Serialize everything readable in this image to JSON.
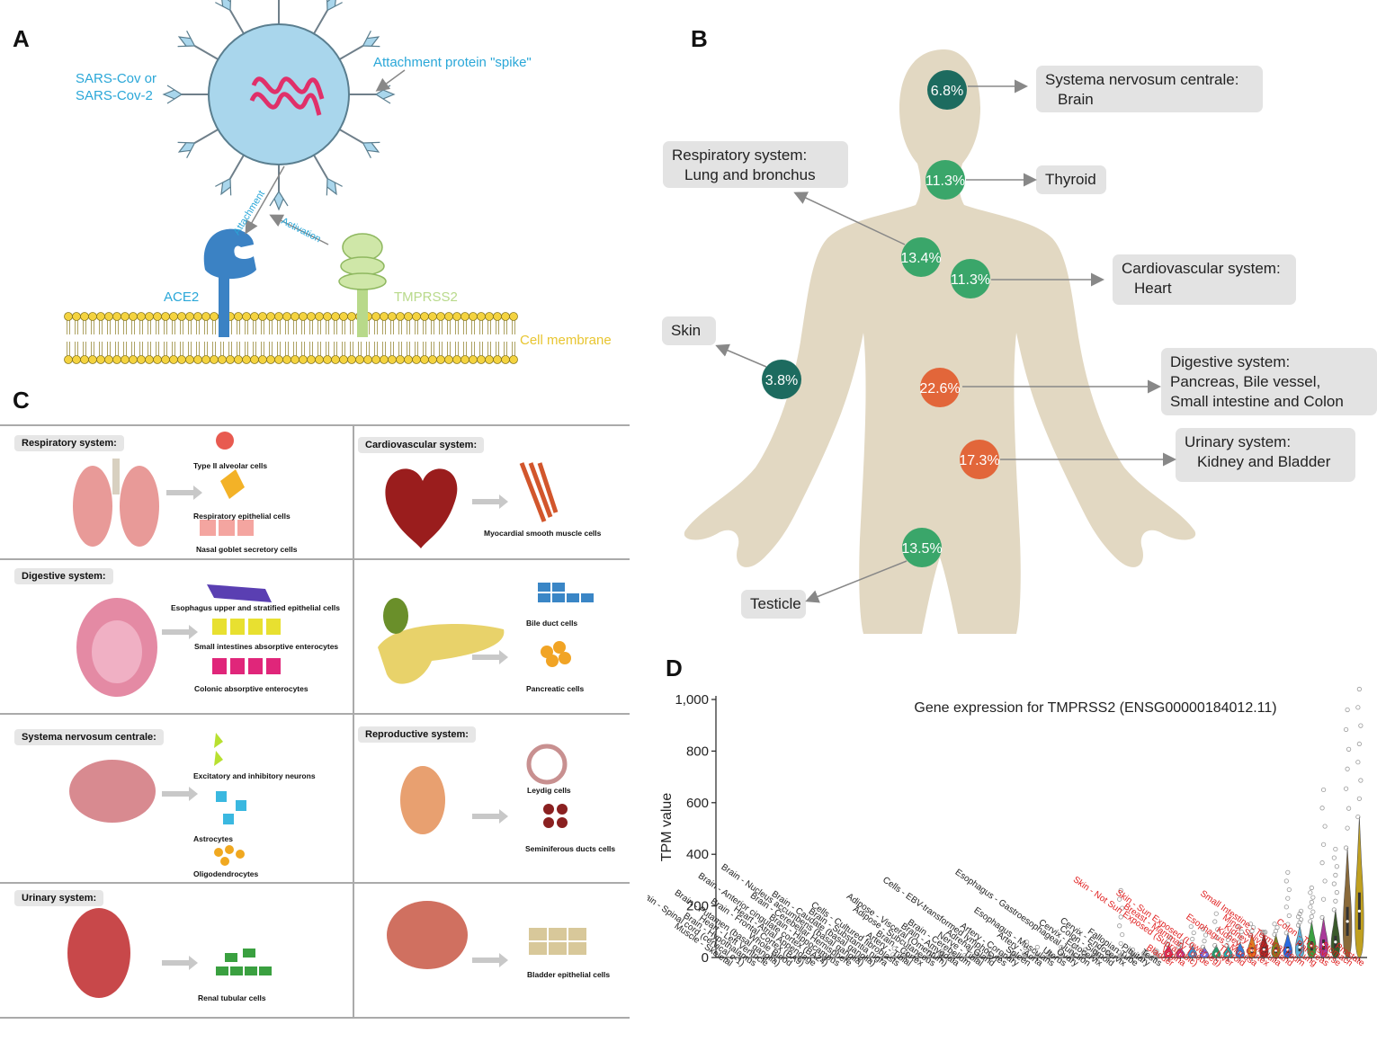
{
  "panels": {
    "a": "A",
    "b": "B",
    "c": "C",
    "d": "D"
  },
  "panel_a": {
    "virus_label": "SARS-Cov or\nSARS-Cov-2",
    "virus_label_1": "SARS-Cov or",
    "virus_label_2": "SARS-Cov-2",
    "spike_label": "Attachment protein \"spike\"",
    "attachment": "Attachment",
    "activation": "Activation",
    "ace2": "ACE2",
    "tmprss2": "TMPRSS2",
    "membrane": "Cell membrane",
    "colors": {
      "virus": "#a9d6ec",
      "rna": "#e0306a",
      "ace2": "#3b82c4",
      "tmprss2": "#b8d98a",
      "membrane": "#f4d340",
      "text_blue": "#2aa7d8"
    }
  },
  "panel_b": {
    "organs": [
      {
        "pct": "6.8%",
        "title": "Systema nervosum centrale:",
        "sub": "Brain",
        "color": "#1d6b5f"
      },
      {
        "pct": "11.3%",
        "title": "Thyroid",
        "sub": "",
        "color": "#3aa66a"
      },
      {
        "pct": "13.4%",
        "title": "Respiratory system:",
        "sub": "Lung and bronchus",
        "color": "#3aa66a"
      },
      {
        "pct": "11.3%",
        "title": "Cardiovascular system:",
        "sub": "Heart",
        "color": "#3aa66a"
      },
      {
        "pct": "3.8%",
        "title": "Skin",
        "sub": "",
        "color": "#1d6b5f"
      },
      {
        "pct": "22.6%",
        "title": "Digestive system:",
        "sub": "Pancreas, Bile vessel,",
        "sub2": "Small intestine and Colon",
        "color": "#e2663a"
      },
      {
        "pct": "17.3%",
        "title": "Urinary system:",
        "sub": "Kidney and Bladder",
        "color": "#e2663a"
      },
      {
        "pct": "13.5%",
        "title": "Testicle",
        "sub": "",
        "color": "#3aa66a"
      }
    ],
    "body_color": "#e2d8c2"
  },
  "panel_c": {
    "systems": [
      {
        "label": "Respiratory system:",
        "cells": [
          "Type II alveolar cells",
          "Respiratory epithelial cells",
          "Nasal goblet secretory cells"
        ]
      },
      {
        "label": "Cardiovascular system:",
        "cells": [
          "Myocardial  smooth muscle cells"
        ]
      },
      {
        "label": "Digestive system:",
        "cells": [
          "Esophagus upper and stratified epithelial cells",
          "Small intestines absorptive enterocytes",
          "Colonic absorptive enterocytes"
        ]
      },
      {
        "label": "",
        "cells": [
          "Bile duct cells",
          "Pancreatic cells"
        ]
      },
      {
        "label": "Systema nervosum centrale:",
        "cells": [
          "Excitatory and inhibitory neurons",
          "Astrocytes",
          "Oligodendrocytes"
        ]
      },
      {
        "label": "Reproductive system:",
        "cells": [
          "Leydig cells",
          "Seminiferous ducts cells"
        ]
      },
      {
        "label": "Urinary system:",
        "cells": [
          "Renal tubular cells"
        ]
      },
      {
        "label": "",
        "cells": [
          "Bladder epithelial cells"
        ]
      }
    ]
  },
  "chart_data": {
    "type": "violin",
    "title": "Gene expression for TMPRSS2 (ENSG00000184012.11)",
    "ylabel": "TPM value",
    "ylim": [
      0,
      1000
    ],
    "yticks": [
      "0",
      "200",
      "400",
      "600",
      "800",
      "1,000"
    ],
    "categories": [
      "Muscle - Skeletal",
      "Brain - Spinal cord (cervical c-1)",
      "Brain - Hypothalamus",
      "Heart - Left Ventricle",
      "Brain - Putamen (basal ganglia)",
      "Whole Blood",
      "Brain - Frontal Cortex (BA9)",
      "Heart - Atrial Appendage",
      "Brain - Anterior cingulate cortex (BA24)",
      "Brain - Hippocampus",
      "Brain - Cerebellar Hemisphere",
      "Brain - Nucleus accumbens (basal ganglia)",
      "Brain - Caudate (basal ganglia)",
      "Brain - Substantia nigra",
      "Cells - Cultured fibroblasts",
      "Artery - Tibial",
      "Brain - Cortex",
      "Adipose - Subcutaneous",
      "Adipose - Visceral (Omentum)",
      "Brain - Amygdala",
      "Brain - Cerebellum",
      "Nerve - Tibial",
      "Adrenal Gland",
      "Cells - EBV-transformed lymphocytes",
      "Artery - Coronary",
      "Spleen",
      "Artery - Aorta",
      "Esophagus - Muscularis",
      "Uterus",
      "Ovary",
      "Esophagus - Gastroesophageal Junction",
      "Cervix - Ectocervix",
      "Colon - Sigmoid",
      "Cervix - Endocervix",
      "Fallopian Tube",
      "Pituitary",
      "Testis",
      "Bladder",
      "Vagina",
      "Skin - Not Sun Exposed (Suprapubic)",
      "Breast - Mammary Tissue",
      "Skin - Sun Exposed (Lower leg)",
      "Liver",
      "Thyroid",
      "Esophagus - Mucosa",
      "Kidney - Cortex",
      "Kidney - Medulla",
      "Minor Salivary Gland",
      "Small Intestine - Terminal Ileum",
      "Lung",
      "Pancreas",
      "Colon - Transverse",
      "Stomach",
      "Prostate"
    ],
    "highlighted_from": "Bladder",
    "highlight_color": "#e02020",
    "medians": [
      2,
      2,
      2,
      2,
      2,
      2,
      2,
      2,
      2,
      2,
      2,
      2,
      2,
      2,
      2,
      3,
      2,
      3,
      3,
      2,
      2,
      3,
      3,
      2,
      3,
      3,
      3,
      3,
      4,
      3,
      3,
      4,
      3,
      5,
      5,
      3,
      6,
      15,
      12,
      14,
      12,
      14,
      14,
      18,
      28,
      30,
      28,
      30,
      40,
      45,
      50,
      60,
      140,
      180
    ],
    "maxima": [
      5,
      5,
      5,
      6,
      8,
      5,
      6,
      6,
      7,
      6,
      6,
      6,
      6,
      6,
      35,
      20,
      8,
      30,
      25,
      8,
      8,
      25,
      30,
      10,
      15,
      60,
      40,
      20,
      40,
      70,
      30,
      35,
      20,
      260,
      30,
      20,
      25,
      80,
      60,
      120,
      110,
      170,
      90,
      120,
      130,
      100,
      130,
      330,
      180,
      270,
      650,
      420,
      960,
      1040
    ]
  }
}
